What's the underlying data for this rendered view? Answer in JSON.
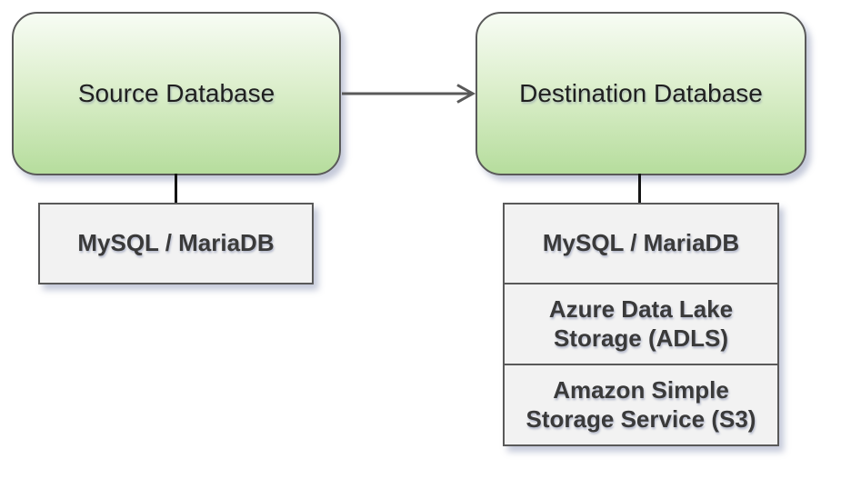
{
  "nodes": {
    "source": {
      "label": "Source Database"
    },
    "destination": {
      "label": "Destination Database"
    }
  },
  "source_options": [
    "MySQL / MariaDB"
  ],
  "destination_options": [
    "MySQL / MariaDB",
    "Azure Data Lake Storage (ADLS)",
    "Amazon Simple Storage Service (S3)"
  ],
  "icons": {
    "flow_arrow": "right-arrow"
  },
  "colors": {
    "node_fill_top": "#f7fcf4",
    "node_fill_bottom": "#b6dd9d",
    "node_border": "#595959",
    "option_fill": "#f2f2f2",
    "option_border": "#595959",
    "arrow": "#595959",
    "connector": "#141414",
    "node_text": "#1f1f1f",
    "option_text": "#3a3a3a",
    "background": "#ffffff"
  }
}
